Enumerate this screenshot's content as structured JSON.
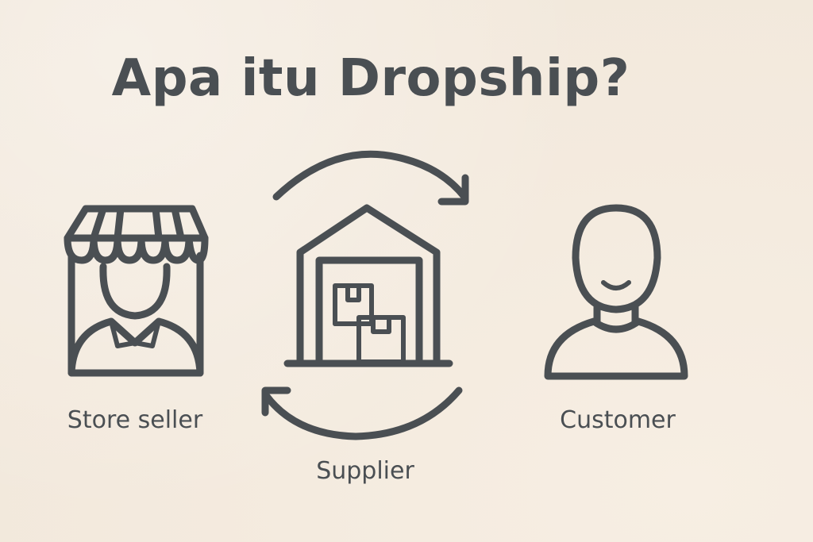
{
  "title": "Apa itu Dropship?",
  "nodes": {
    "seller": {
      "label": "Store seller",
      "icon": "store-seller-icon"
    },
    "supplier": {
      "label": "Supplier",
      "icon": "warehouse-icon"
    },
    "customer": {
      "label": "Customer",
      "icon": "customer-icon"
    }
  },
  "colors": {
    "ink": "#4a4f53",
    "background": "#f3eadf"
  }
}
